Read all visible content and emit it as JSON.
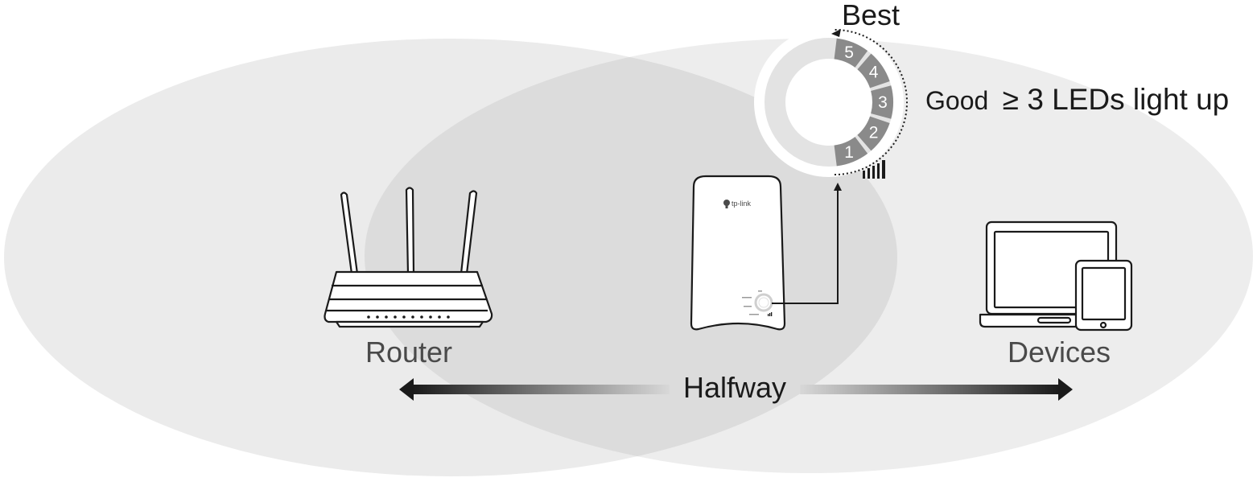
{
  "labels": {
    "best": "Best",
    "good_prefix": "Good",
    "good_rest": "≥ 3 LEDs light up",
    "router": "Router",
    "devices": "Devices",
    "halfway": "Halfway",
    "brand": "tp-link"
  },
  "led_indicator": {
    "segments": [
      "1",
      "2",
      "3",
      "4",
      "5"
    ],
    "good_threshold": 3
  },
  "colors": {
    "left_zone": "#ebebeb",
    "right_zone": "#ededed",
    "overlap": "#dcdcdc",
    "led_fill": "#8a8a8a",
    "arrow_dark": "#1a1a1a"
  }
}
